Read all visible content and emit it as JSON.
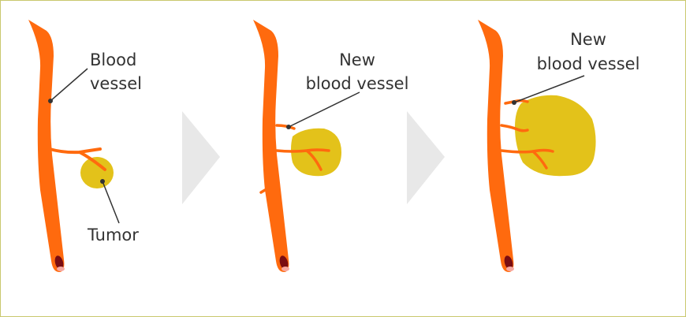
{
  "colors": {
    "vessel": "#ff6a0e",
    "vessel_edge": "#ff8a3a",
    "tumor": "#e3c21a",
    "arrow": "#e8e8e8",
    "text": "#333333",
    "border": "#c9c86e"
  },
  "panels": [
    {
      "labels": {
        "vessel_line1": "Blood",
        "vessel_line2": "vessel",
        "tumor": "Tumor"
      }
    },
    {
      "labels": {
        "line1": "New",
        "line2": "blood vessel"
      }
    },
    {
      "labels": {
        "line1": "New",
        "line2": "blood vessel"
      }
    }
  ]
}
